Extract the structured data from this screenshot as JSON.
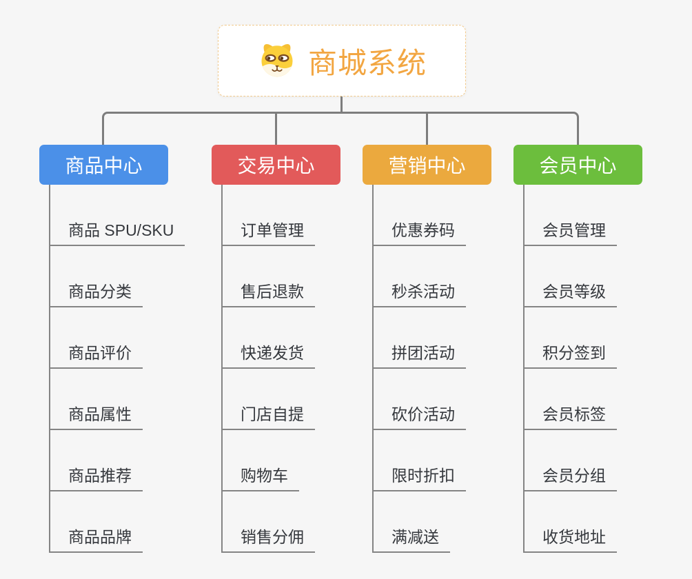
{
  "root": {
    "title": "商城系统",
    "icon": "dog-face-icon"
  },
  "colors": {
    "background": "#F6F6F6",
    "connector": "#7D7D7D",
    "child_line": "#848484",
    "child_text": "#35383D",
    "root_title": "#F2A642",
    "root_border": "#F2C98B"
  },
  "branches": [
    {
      "label": "商品中心",
      "color": "#4B90E8",
      "children": [
        "商品 SPU/SKU",
        "商品分类",
        "商品评价",
        "商品属性",
        "商品推荐",
        "商品品牌"
      ]
    },
    {
      "label": "交易中心",
      "color": "#E25A5A",
      "children": [
        "订单管理",
        "售后退款",
        "快递发货",
        "门店自提",
        "购物车",
        "销售分佣"
      ]
    },
    {
      "label": "营销中心",
      "color": "#EBA93E",
      "children": [
        "优惠券码",
        "秒杀活动",
        "拼团活动",
        "砍价活动",
        "限时折扣",
        "满减送"
      ]
    },
    {
      "label": "会员中心",
      "color": "#6CBE3D",
      "children": [
        "会员管理",
        "会员等级",
        "积分签到",
        "会员标签",
        "会员分组",
        "收货地址"
      ]
    }
  ]
}
